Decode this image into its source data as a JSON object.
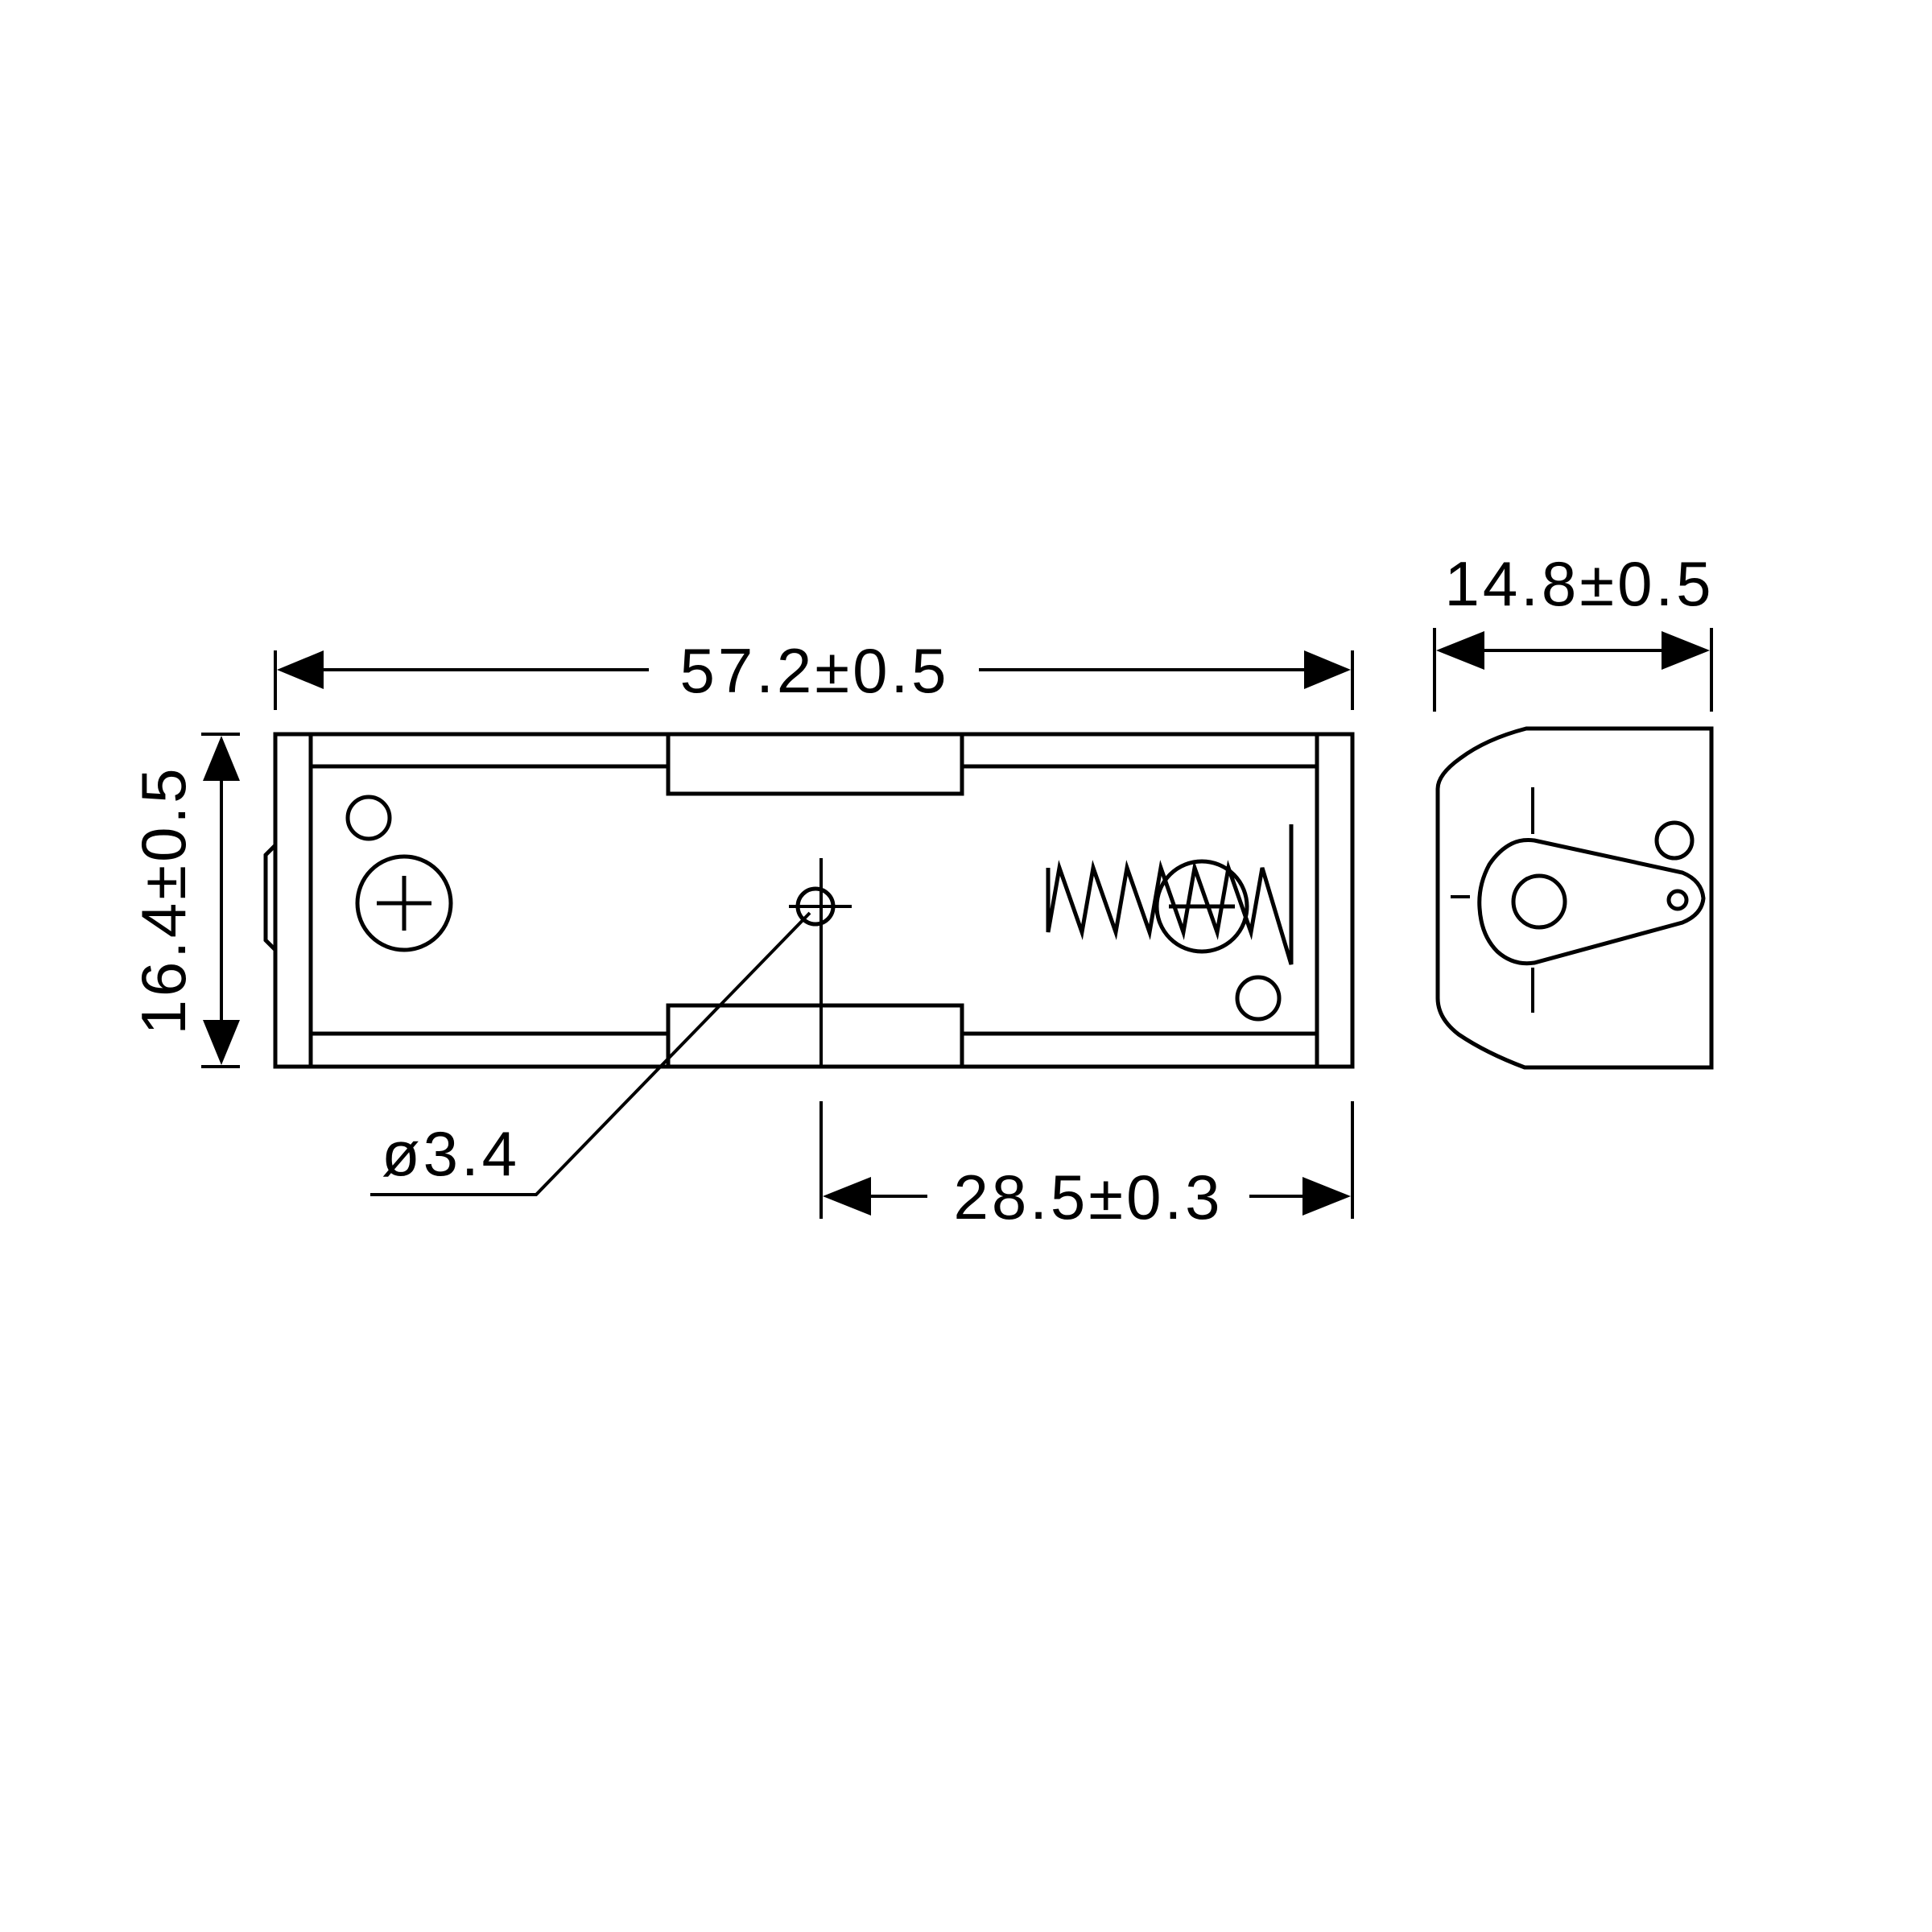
{
  "drawing": {
    "dimensions": {
      "length": "57.2±0.5",
      "height": "16.4±0.5",
      "width": "14.8±0.5",
      "center_offset": "28.5±0.3",
      "hole_diameter": "ø3.4"
    },
    "colors": {
      "line": "#000000",
      "background": "#ffffff"
    }
  }
}
